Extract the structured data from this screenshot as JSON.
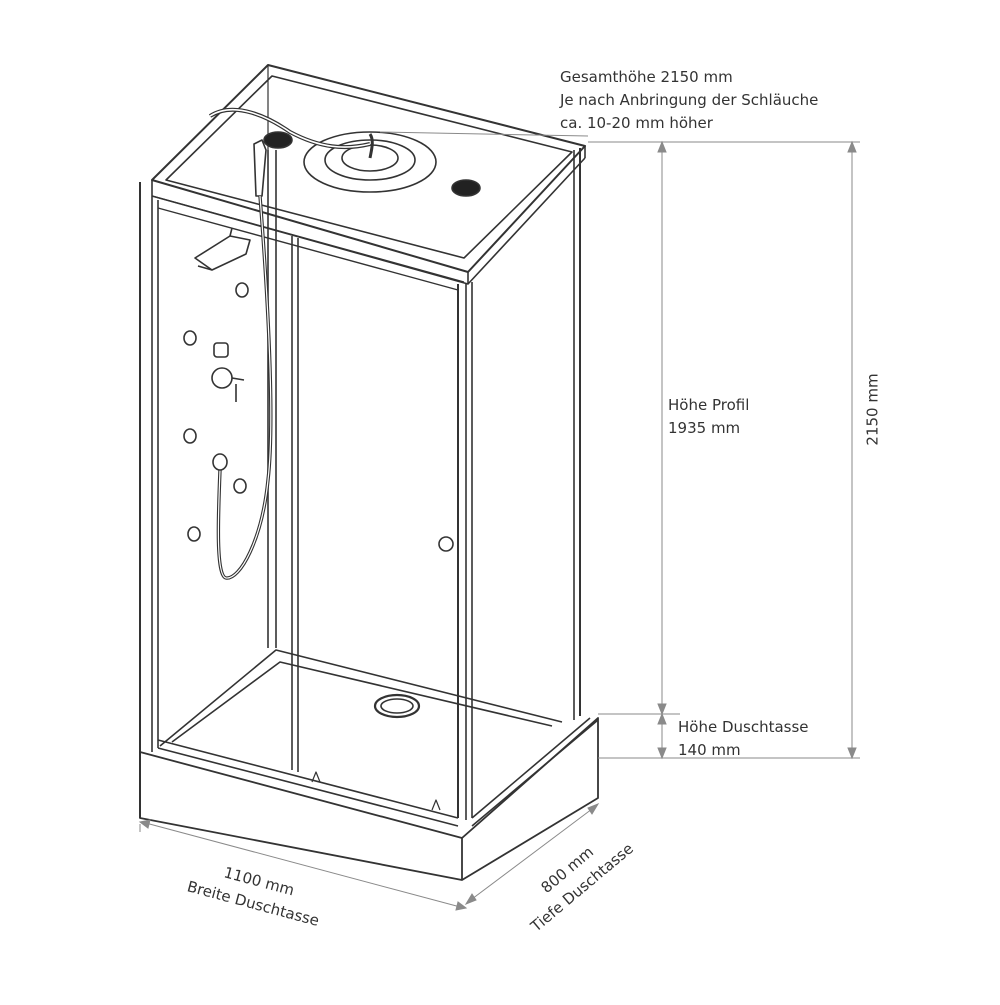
{
  "annotations": {
    "total_height": {
      "lines": [
        "Gesamthöhe 2150 mm",
        "Je nach Anbringung der Schläuche",
        "ca. 10-20 mm höher"
      ]
    },
    "profile_height": {
      "lines": [
        "Höhe Profil",
        "1935 mm"
      ]
    },
    "tray_height": {
      "lines": [
        "Höhe Duschtasse",
        "140 mm"
      ]
    },
    "overall_dimension": {
      "value": "2150 mm"
    },
    "width": {
      "lines": [
        "1100 mm",
        "Breite Duschtasse"
      ]
    },
    "depth": {
      "lines": [
        "800 mm",
        "Tiefe Duschtasse"
      ]
    }
  },
  "colors": {
    "line": "#333333",
    "dimension": "#8a8a8a",
    "background": "#ffffff"
  }
}
